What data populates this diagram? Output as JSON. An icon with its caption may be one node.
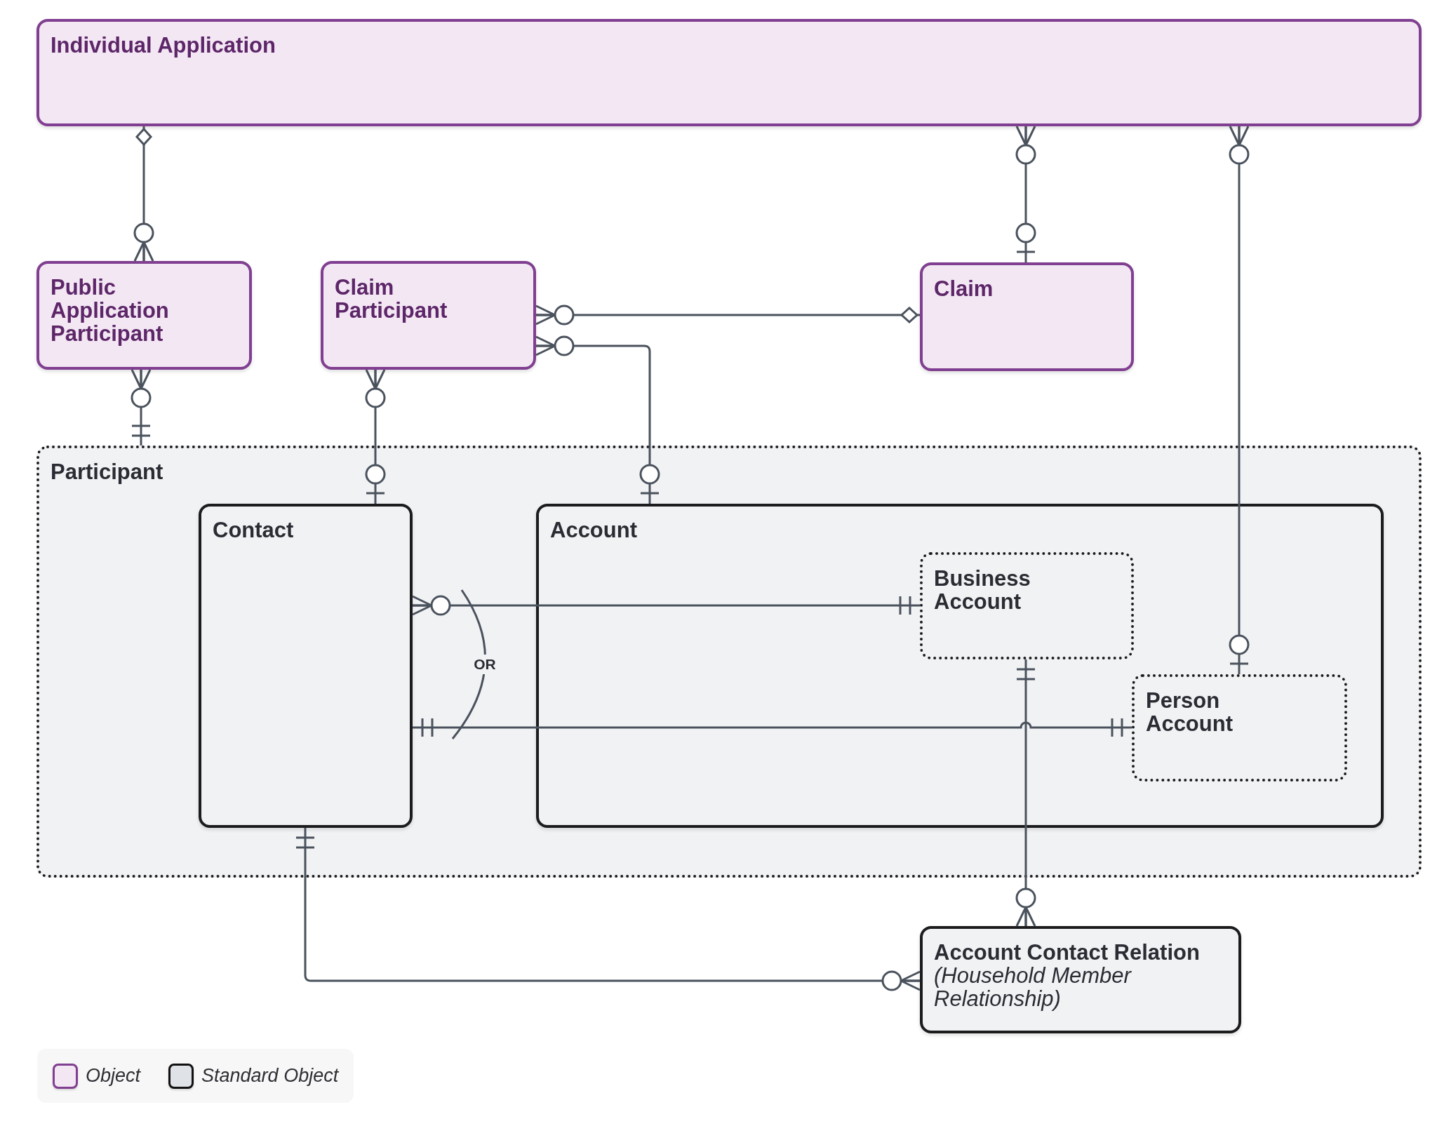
{
  "diagram": {
    "nodes": [
      {
        "text": [
          "Individual Application"
        ]
      },
      {
        "text": [
          "Public Application Participant"
        ]
      },
      {
        "text": [
          "Claim Participant"
        ]
      },
      {
        "text": [
          "Claim"
        ]
      },
      {
        "text": [
          "Participant"
        ]
      },
      {
        "text": [
          "Contact"
        ],
        "in": 4
      },
      {
        "text": [
          "Account"
        ],
        "in": 4
      },
      {
        "text": [
          "Business Account"
        ],
        "in": 6
      },
      {
        "text": [
          "Person Account"
        ],
        "in": 6
      },
      {
        "text": [
          "Account Contact Relation",
          "(Household Member Relationship)"
        ]
      }
    ],
    "edges": [
      {
        "from": 0,
        "to": 1,
        "arrow": "other"
      },
      {
        "from": 0,
        "to": 3,
        "arrow": "other"
      },
      {
        "from": 0,
        "to": 8,
        "arrow": "other"
      },
      {
        "from": 1,
        "to": 4,
        "arrow": "other"
      },
      {
        "from": 2,
        "to": 3,
        "arrow": "other"
      },
      {
        "from": 2,
        "to": 6,
        "arrow": "other"
      },
      {
        "from": 2,
        "to": 5,
        "arrow": "other"
      },
      {
        "from": 5,
        "to": 7,
        "arrow": "other"
      },
      {
        "from": 5,
        "to": 8,
        "arrow": "other"
      },
      {
        "from": 7,
        "to": 9,
        "arrow": "other"
      },
      {
        "from": 5,
        "to": 9,
        "arrow": "other"
      }
    ],
    "labels": [
      "OR"
    ],
    "legend": [
      {
        "text": "Object",
        "color": "#f3e7f4"
      },
      {
        "text": "Standard Object",
        "color": "#dfe2e6"
      }
    ]
  }
}
